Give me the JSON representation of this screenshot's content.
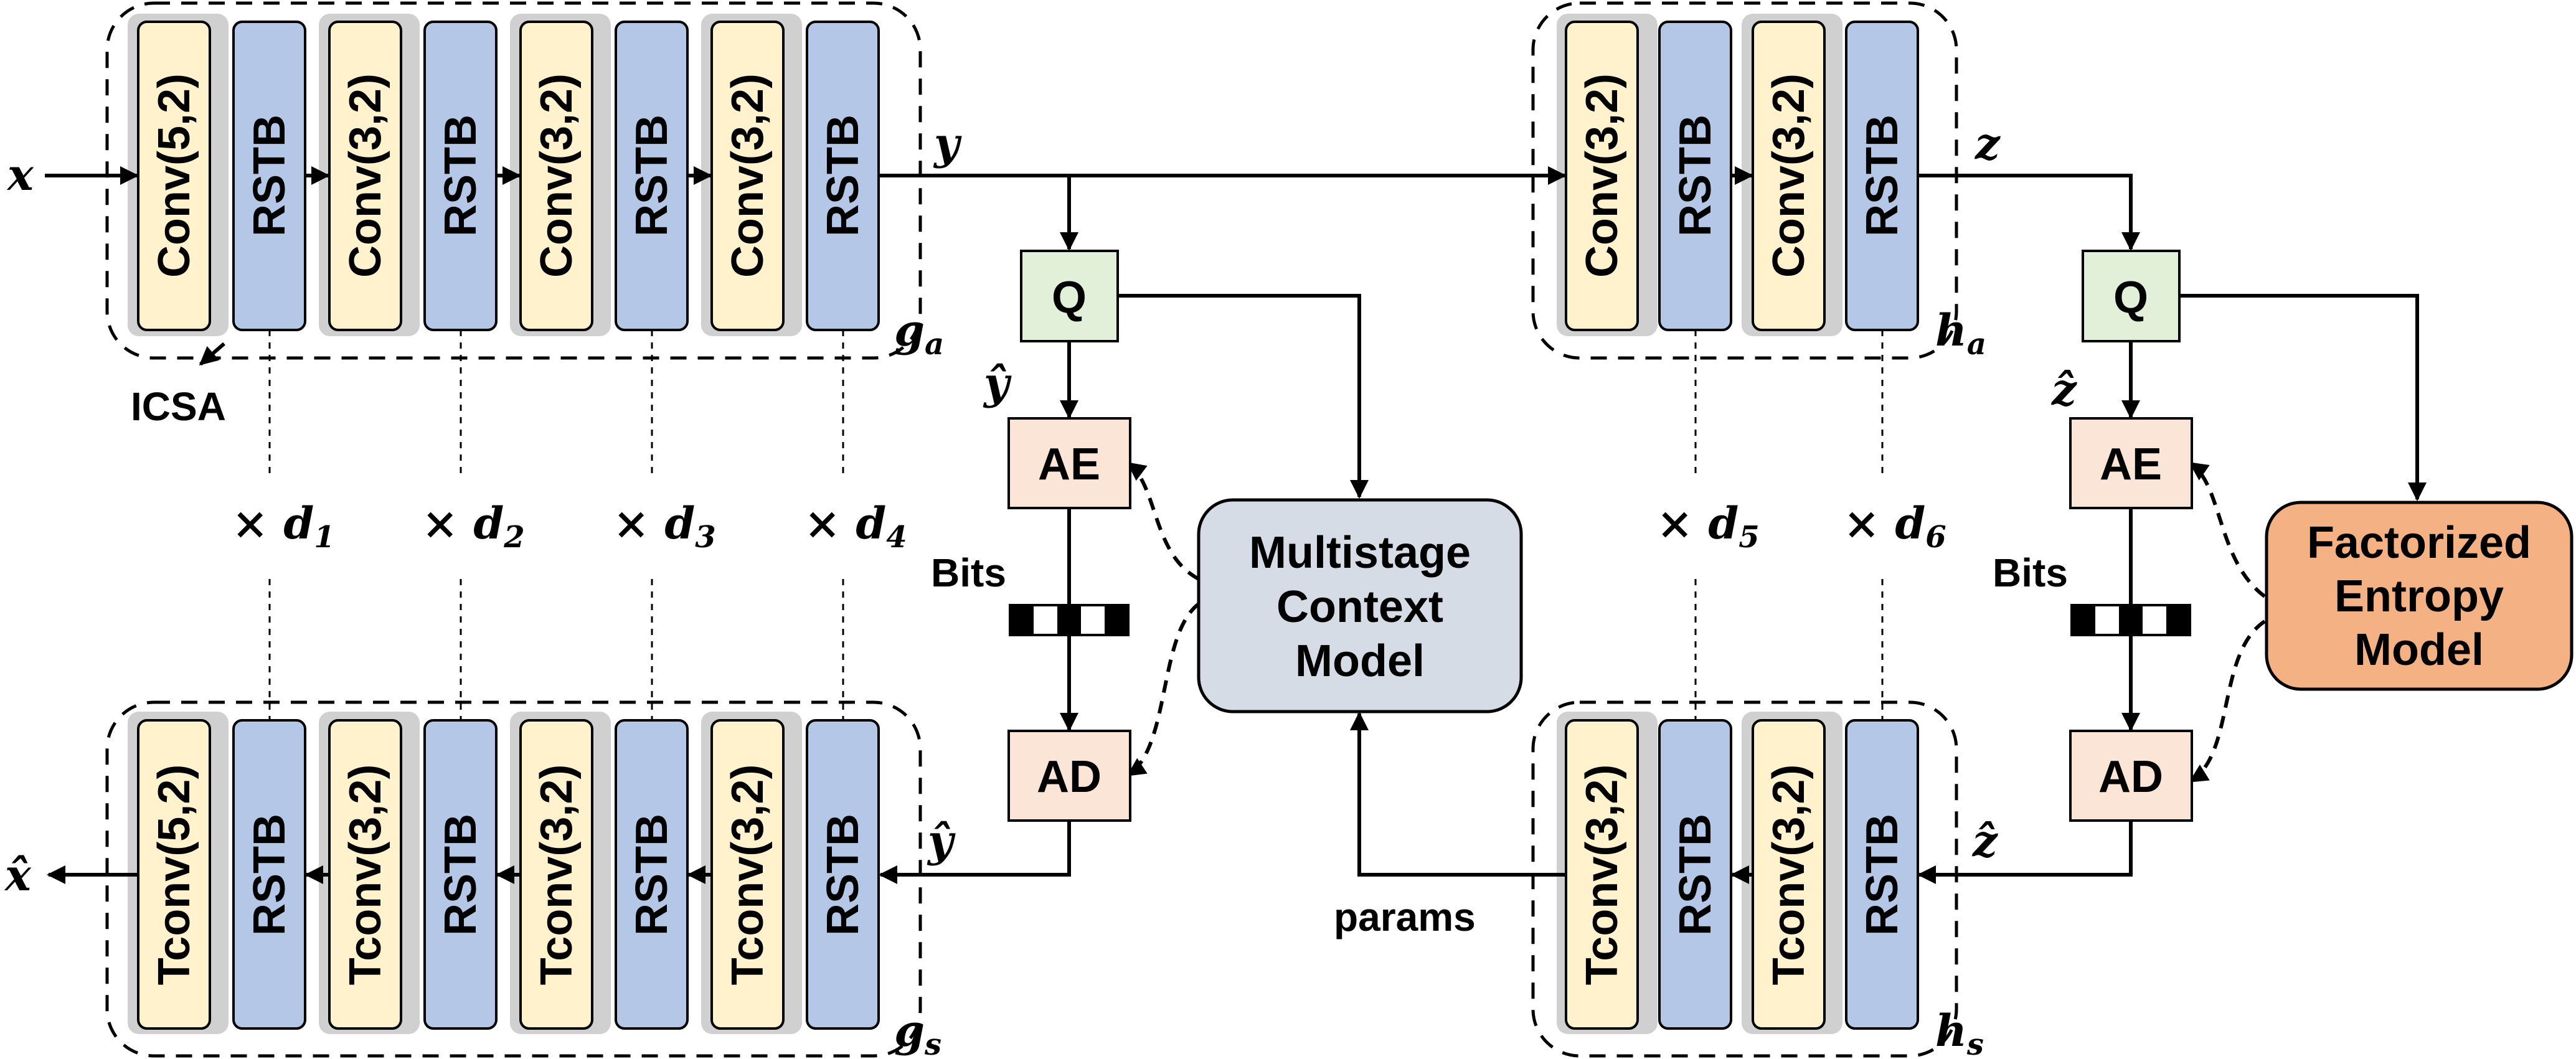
{
  "encoder_ga": {
    "label": "g",
    "label_sub": "a",
    "blocks": [
      {
        "conv": "Conv(5,2)",
        "rstb": "RSTB"
      },
      {
        "conv": "Conv(3,2)",
        "rstb": "RSTB"
      },
      {
        "conv": "Conv(3,2)",
        "rstb": "RSTB"
      },
      {
        "conv": "Conv(3,2)",
        "rstb": "RSTB"
      }
    ]
  },
  "decoder_gs": {
    "label": "g",
    "label_sub": "s",
    "blocks": [
      {
        "conv": "Tconv(5,2)",
        "rstb": "RSTB"
      },
      {
        "conv": "Tconv(3,2)",
        "rstb": "RSTB"
      },
      {
        "conv": "Tconv(3,2)",
        "rstb": "RSTB"
      },
      {
        "conv": "Tconv(3,2)",
        "rstb": "RSTB"
      }
    ]
  },
  "hyper_ha": {
    "label": "h",
    "label_sub": "a",
    "blocks": [
      {
        "conv": "Conv(3,2)",
        "rstb": "RSTB"
      },
      {
        "conv": "Conv(3,2)",
        "rstb": "RSTB"
      }
    ]
  },
  "hyper_hs": {
    "label": "h",
    "label_sub": "s",
    "blocks": [
      {
        "conv": "Tconv(3,2)",
        "rstb": "RSTB"
      },
      {
        "conv": "Tconv(3,2)",
        "rstb": "RSTB"
      }
    ]
  },
  "icsa_label": "ICSA",
  "multipliers": [
    {
      "prefix": "× d",
      "sub": "1"
    },
    {
      "prefix": "× d",
      "sub": "2"
    },
    {
      "prefix": "× d",
      "sub": "3"
    },
    {
      "prefix": "× d",
      "sub": "4"
    },
    {
      "prefix": "× d",
      "sub": "5"
    },
    {
      "prefix": "× d",
      "sub": "6"
    }
  ],
  "signals": {
    "x": "x",
    "x_hat": "x̂",
    "y": "y",
    "y_hat": "ŷ",
    "z": "z",
    "z_hat": "ẑ"
  },
  "coding": {
    "q": "Q",
    "ae": "AE",
    "ad": "AD",
    "bits": "Bits",
    "params": "params"
  },
  "context_model": {
    "line1": "Multistage",
    "line2": "Context",
    "line3": "Model"
  },
  "entropy_model": {
    "line1": "Factorized",
    "line2": "Entropy",
    "line3": "Model"
  },
  "colors": {
    "conv_fill": "#fff2cc",
    "rstb_fill": "#b4c7e7",
    "module_bg": "#d0d0d0",
    "q_fill": "#e2f0d9",
    "ae_ad_fill": "#fbe5d6",
    "context_fill": "#d6dce5",
    "entropy_fill": "#f4b183"
  }
}
